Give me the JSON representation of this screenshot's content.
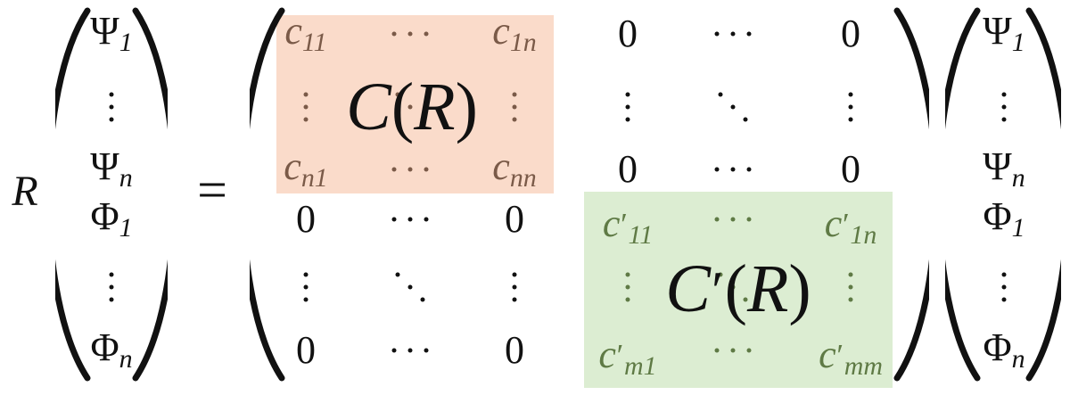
{
  "equation": {
    "lhs_operator": "R",
    "equals_sign": "=",
    "left_vector": [
      {
        "kind": "sym",
        "base": "Ψ",
        "sub": "1"
      },
      {
        "kind": "vdots"
      },
      {
        "kind": "sym",
        "base": "Ψ",
        "sub": "n"
      },
      {
        "kind": "sym",
        "base": "Φ",
        "sub": "1"
      },
      {
        "kind": "vdots"
      },
      {
        "kind": "sym",
        "base": "Φ",
        "sub": "n"
      }
    ],
    "right_vector": [
      {
        "kind": "sym",
        "base": "Ψ",
        "sub": "1"
      },
      {
        "kind": "vdots"
      },
      {
        "kind": "sym",
        "base": "Ψ",
        "sub": "n"
      },
      {
        "kind": "sym",
        "base": "Φ",
        "sub": "1"
      },
      {
        "kind": "vdots"
      },
      {
        "kind": "sym",
        "base": "Φ",
        "sub": "n"
      }
    ],
    "matrix_rows": [
      [
        {
          "kind": "sym",
          "base": "c",
          "sub": "11",
          "block": "C"
        },
        {
          "kind": "hdots",
          "block": "C"
        },
        {
          "kind": "sym",
          "base": "c",
          "sub": "1n",
          "block": "C"
        },
        {
          "kind": "text",
          "value": "0"
        },
        {
          "kind": "hdots"
        },
        {
          "kind": "text",
          "value": "0"
        }
      ],
      [
        {
          "kind": "vdots",
          "block": "C"
        },
        {
          "kind": "ddots",
          "block": "C"
        },
        {
          "kind": "vdots",
          "block": "C"
        },
        {
          "kind": "vdots"
        },
        {
          "kind": "ddots"
        },
        {
          "kind": "vdots"
        }
      ],
      [
        {
          "kind": "sym",
          "base": "c",
          "sub": "n1",
          "block": "C"
        },
        {
          "kind": "hdots",
          "block": "C"
        },
        {
          "kind": "sym",
          "base": "c",
          "sub": "nn",
          "block": "C"
        },
        {
          "kind": "text",
          "value": "0"
        },
        {
          "kind": "hdots"
        },
        {
          "kind": "text",
          "value": "0"
        }
      ],
      [
        {
          "kind": "text",
          "value": "0"
        },
        {
          "kind": "hdots"
        },
        {
          "kind": "text",
          "value": "0"
        },
        {
          "kind": "sym",
          "base": "c",
          "prime": "′",
          "sub": "11",
          "block": "Cp"
        },
        {
          "kind": "hdots",
          "block": "Cp"
        },
        {
          "kind": "sym",
          "base": "c",
          "prime": "′",
          "sub": "1n",
          "block": "Cp"
        }
      ],
      [
        {
          "kind": "vdots"
        },
        {
          "kind": "ddots"
        },
        {
          "kind": "vdots"
        },
        {
          "kind": "vdots",
          "block": "Cp"
        },
        {
          "kind": "ddots",
          "block": "Cp"
        },
        {
          "kind": "vdots",
          "block": "Cp"
        }
      ],
      [
        {
          "kind": "text",
          "value": "0"
        },
        {
          "kind": "hdots"
        },
        {
          "kind": "text",
          "value": "0"
        },
        {
          "kind": "sym",
          "base": "c",
          "prime": "′",
          "sub": "m1",
          "block": "Cp"
        },
        {
          "kind": "hdots",
          "block": "Cp"
        },
        {
          "kind": "sym",
          "base": "c",
          "prime": "′",
          "sub": "mm",
          "block": "Cp"
        }
      ]
    ],
    "blocks": {
      "C": {
        "label_base": "C",
        "label_args": "(R)",
        "fill_color": "#fadbca",
        "text_color": "#7a5a48"
      },
      "Cp": {
        "label_base": "C",
        "label_prime": "′",
        "label_args": "(R)",
        "fill_color": "#dcedd2",
        "text_color": "#5f7a45"
      }
    },
    "ink_color": "#111111"
  }
}
